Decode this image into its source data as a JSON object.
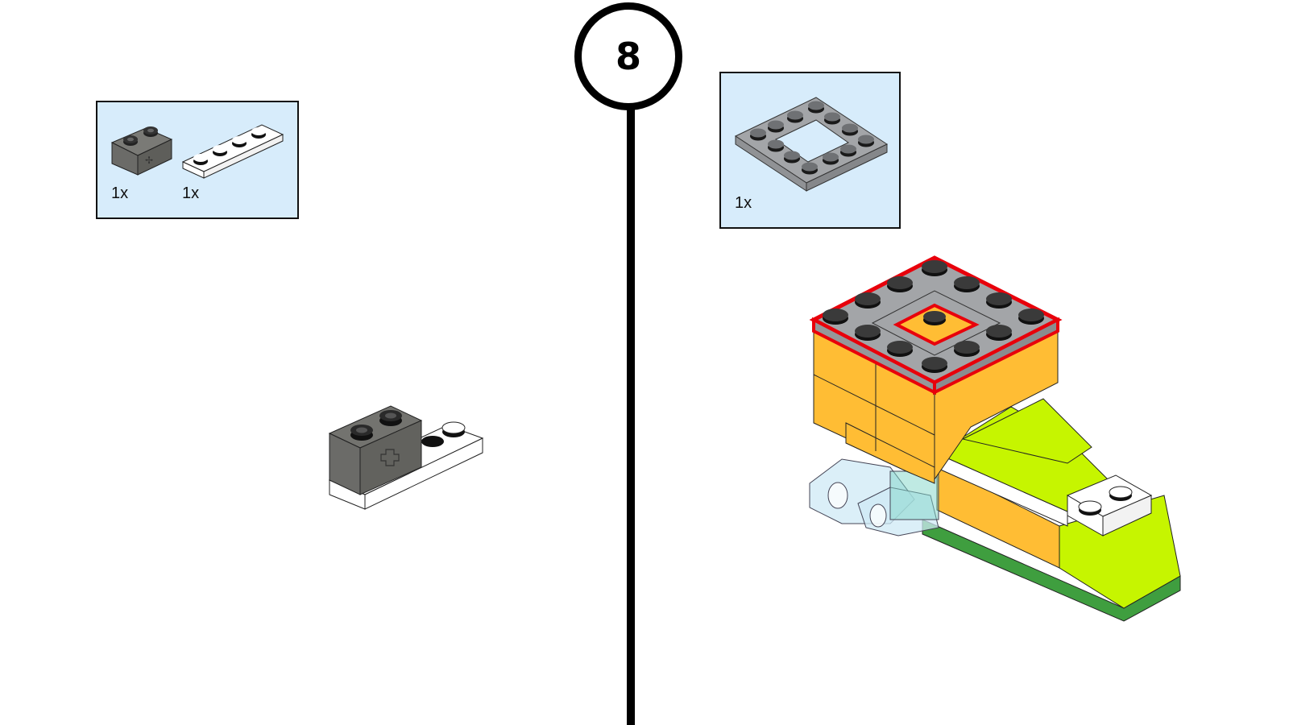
{
  "step": {
    "number": "8"
  },
  "left_panel": {
    "parts_list": [
      {
        "name": "Technic brick 1x2 with axle hole",
        "color": "dark-bluish-gray",
        "quantity": "1x"
      },
      {
        "name": "Plate 1x4",
        "color": "white",
        "quantity": "1x"
      }
    ],
    "assembly": "Technic brick 1x2 attached to plate 1x4"
  },
  "right_panel": {
    "parts_list": [
      {
        "name": "Plate 4x4 with 2x2 open center",
        "color": "light-bluish-gray",
        "quantity": "1x"
      }
    ],
    "assembly": "Main model with new 4x4 open plate highlighted in red"
  },
  "colors": {
    "parts_box_bg": "#d7ecfb",
    "highlight": "#e8000b",
    "orange": "#ffbd34",
    "lime": "#c6f500",
    "green": "#3f9e3f",
    "dark_gray": "#6b6b68",
    "light_gray": "#a3a5a8"
  }
}
